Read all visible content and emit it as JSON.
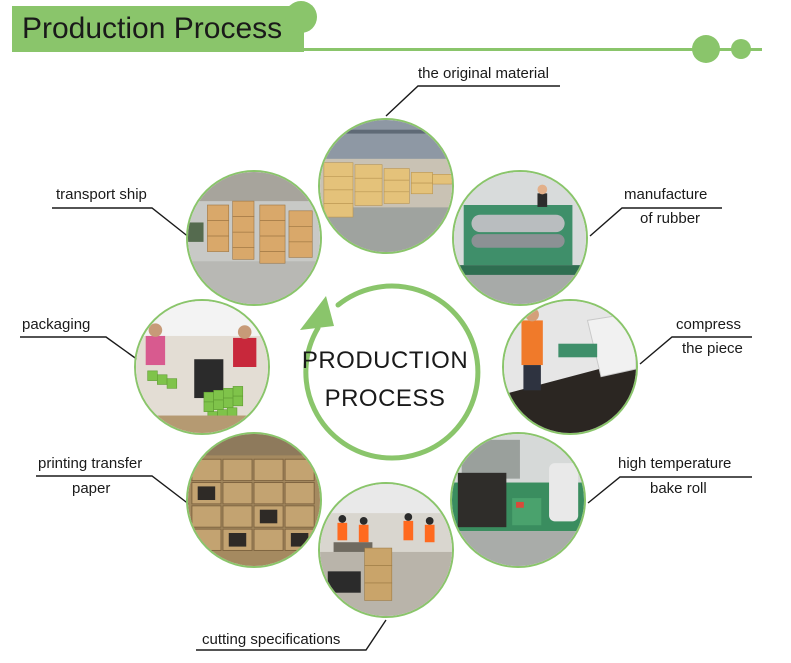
{
  "header": {
    "title": "Production Process"
  },
  "center": {
    "line1": "PRODUCTION",
    "line2": "PROCESS"
  },
  "steps": [
    {
      "id": "original-material",
      "lines": [
        "the original material"
      ]
    },
    {
      "id": "manufacture-rubber",
      "lines": [
        "manufacture",
        "of rubber"
      ]
    },
    {
      "id": "compress-piece",
      "lines": [
        "compress",
        "the piece"
      ]
    },
    {
      "id": "bake-roll",
      "lines": [
        "high temperature",
        "bake roll"
      ]
    },
    {
      "id": "cutting",
      "lines": [
        "cutting specifications"
      ]
    },
    {
      "id": "printing-transfer",
      "lines": [
        "printing transfer",
        "paper"
      ]
    },
    {
      "id": "packaging",
      "lines": [
        "packaging"
      ]
    },
    {
      "id": "transport-ship",
      "lines": [
        "transport ship"
      ]
    }
  ],
  "colors": {
    "accent": "#8ac56b",
    "text": "#1a1a1a"
  }
}
